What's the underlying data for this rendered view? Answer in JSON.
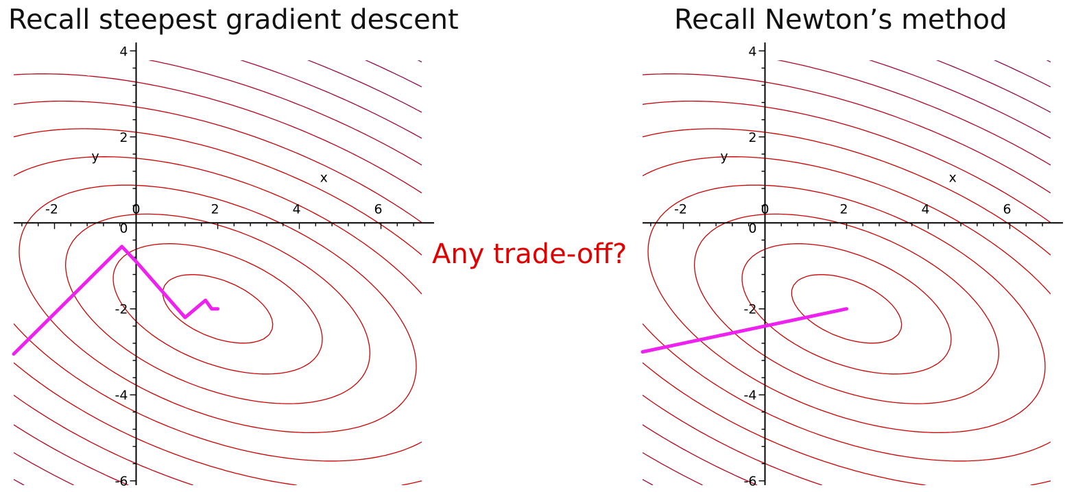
{
  "center_question": "Any trade-off?",
  "colors": {
    "contour_red": "#cc0000",
    "contour_blue": "#4a1aa8",
    "path": "#ee22ee",
    "axis": "#000000",
    "question": "#e00000"
  },
  "chart_data": [
    {
      "type": "contour",
      "title": "Recall steepest gradient descent",
      "xlabel": "x",
      "ylabel": "y",
      "xlim": [
        -3,
        7
      ],
      "ylim": [
        -6.1,
        4.1
      ],
      "x_ticks": [
        -2,
        0,
        2,
        4,
        6
      ],
      "y_ticks": [
        -6,
        -4,
        -2,
        0,
        2,
        4
      ],
      "path": {
        "points": [
          [
            -3,
            -3.05
          ],
          [
            -0.35,
            -0.55
          ],
          [
            0,
            -0.9
          ],
          [
            1.2,
            -2.2
          ],
          [
            1.7,
            -1.8
          ],
          [
            1.85,
            -2.0
          ],
          [
            2,
            -2.0
          ]
        ]
      }
    },
    {
      "type": "contour",
      "title": "Recall Newton’s method",
      "xlabel": "x",
      "ylabel": "y",
      "xlim": [
        -3,
        7
      ],
      "ylim": [
        -6.1,
        4.1
      ],
      "x_ticks": [
        -2,
        0,
        2,
        4,
        6
      ],
      "y_ticks": [
        -6,
        -4,
        -2,
        0,
        2,
        4
      ],
      "path": {
        "points": [
          [
            -3,
            -3.0
          ],
          [
            2,
            -2.0
          ]
        ]
      }
    }
  ]
}
